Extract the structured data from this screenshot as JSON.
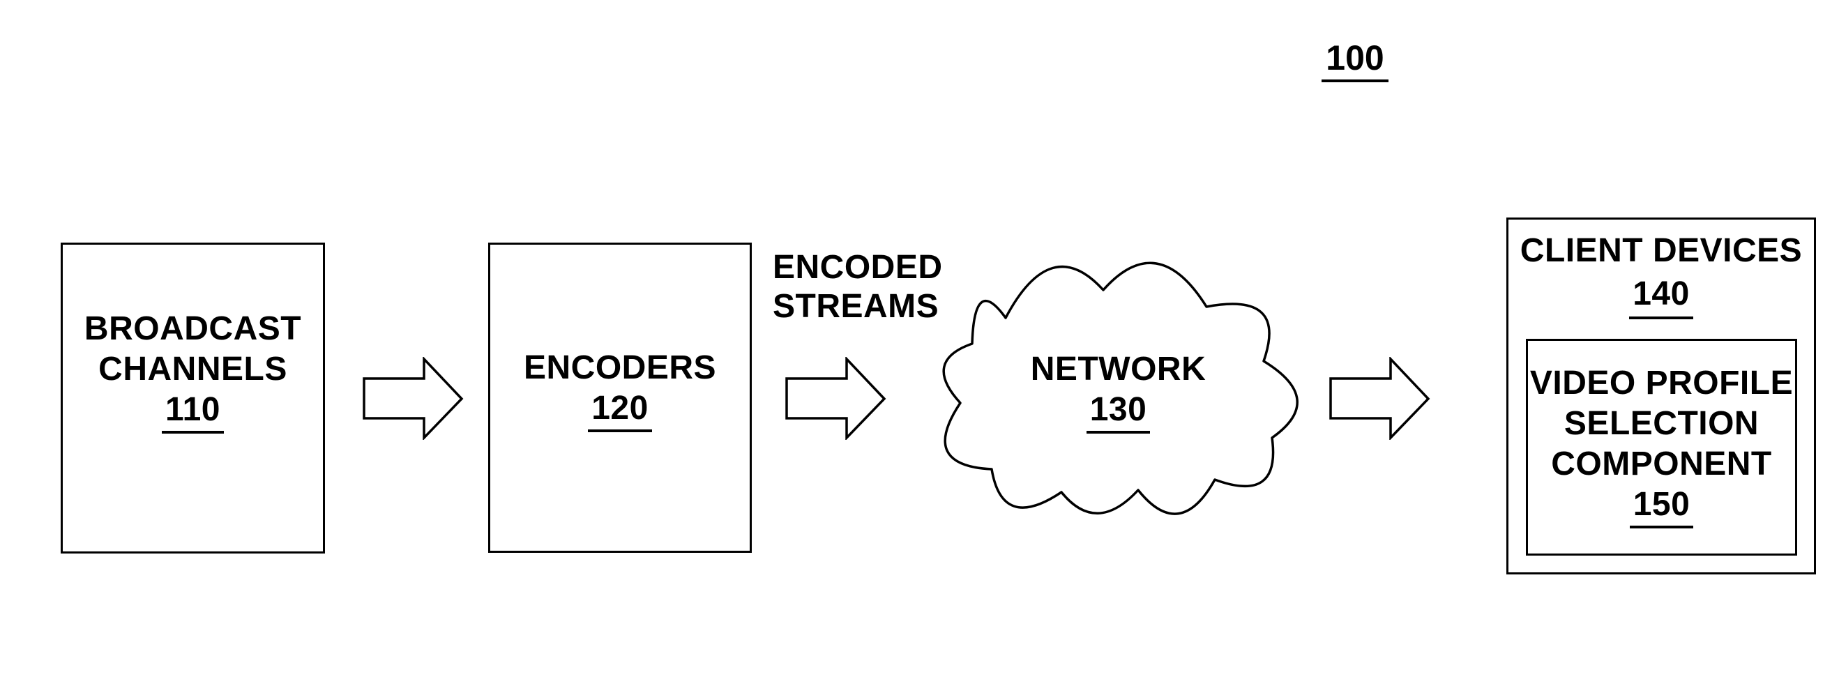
{
  "figure": {
    "label": "100"
  },
  "nodes": {
    "broadcast": {
      "line1": "BROADCAST",
      "line2": "CHANNELS",
      "ref": "110"
    },
    "encoders": {
      "line1": "ENCODERS",
      "ref": "120"
    },
    "network": {
      "line1": "NETWORK",
      "ref": "130"
    },
    "client": {
      "line1": "CLIENT DEVICES",
      "ref": "140"
    },
    "videoProfile": {
      "line1": "VIDEO PROFILE",
      "line2": "SELECTION",
      "line3": "COMPONENT",
      "ref": "150"
    }
  },
  "labels": {
    "encodedStreams": {
      "line1": "ENCODED",
      "line2": "STREAMS"
    }
  },
  "colors": {
    "ink": "#000000",
    "background": "#ffffff"
  }
}
